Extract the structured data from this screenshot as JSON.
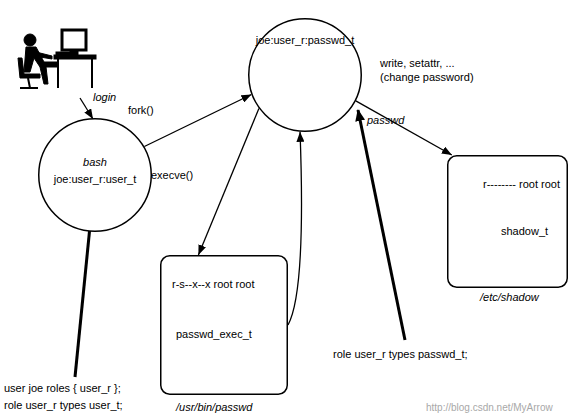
{
  "diagram": {
    "nodes": [
      {
        "text": [
          "joe:user_r:passwd_t"
        ]
      },
      {
        "text": [
          "bash",
          "joe:user_r:user_t"
        ]
      },
      {
        "text": [
          "r-------- root root",
          "shadow_t",
          "/etc/shadow"
        ]
      },
      {
        "text": [
          "r-s--x--x root root",
          "passwd_exec_t",
          "/usr/bin/passwd"
        ]
      }
    ],
    "edges": [
      {
        "from": 1,
        "to": 0,
        "arrow": "to",
        "label": "fork()"
      },
      {
        "from": 0,
        "to": 3,
        "arrow": "to",
        "label": "execve()"
      },
      {
        "from": 3,
        "to": 0,
        "arrow": "to"
      },
      {
        "from": 0,
        "to": 2,
        "arrow": "to",
        "label": "write, setattr, ... (change password)"
      }
    ],
    "labels": [
      "login",
      "passwd",
      "role user_r types passwd_t;",
      "user joe roles { user_r };",
      "role user_r types user_t;",
      "http://blog.csdn.net/MyArrow"
    ]
  }
}
